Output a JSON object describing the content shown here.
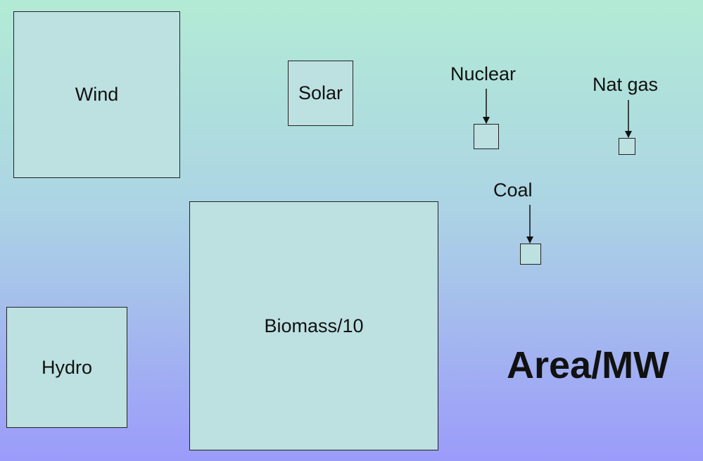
{
  "diagram": {
    "title": "Area/MW",
    "colors": {
      "box_fill": "#bde0e1",
      "box_border": "#222222",
      "text": "#111111",
      "background_top": "#b2ebd5",
      "background_bottom": "#9b9bfa"
    },
    "sources": [
      {
        "id": "wind",
        "label": "Wind"
      },
      {
        "id": "solar",
        "label": "Solar"
      },
      {
        "id": "nuclear",
        "label": "Nuclear"
      },
      {
        "id": "natgas",
        "label": "Nat gas"
      },
      {
        "id": "coal",
        "label": "Coal"
      },
      {
        "id": "biomass",
        "label": "Biomass/10"
      },
      {
        "id": "hydro",
        "label": "Hydro"
      }
    ]
  }
}
